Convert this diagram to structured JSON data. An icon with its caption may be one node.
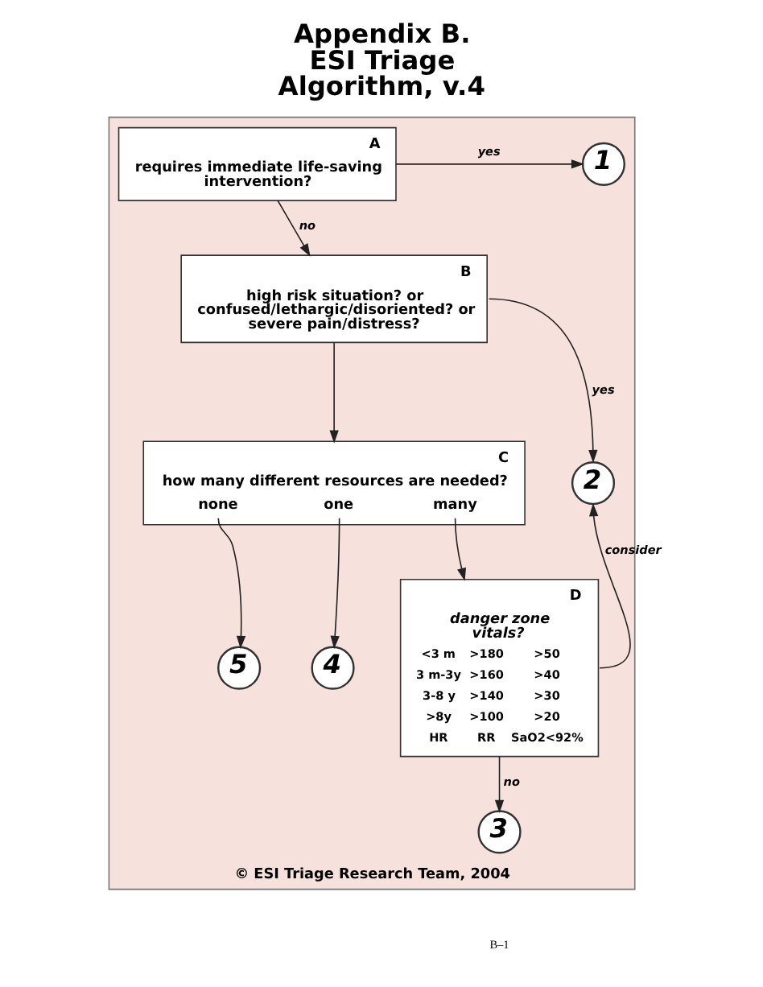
{
  "diagram": {
    "title": "Appendix B. ESI Triage Algorithm, v.4",
    "nodes": [
      {
        "text": [
          "© ESI Triage Research Team, 2004"
        ]
      },
      {
        "text": [
          "A",
          "requires immediate life-saving intervention?"
        ],
        "in": 0
      },
      {
        "text": [
          "1"
        ],
        "in": 0
      },
      {
        "text": [
          "B",
          "high risk situation? or confused/lethargic/disoriented? or severe pain/distress?"
        ],
        "in": 0
      },
      {
        "text": [
          "2"
        ],
        "in": 0
      },
      {
        "text": [
          "C",
          "how many different resources are needed?",
          "none",
          "one",
          "many"
        ],
        "in": 0
      },
      {
        "text": [
          "5"
        ],
        "in": 0
      },
      {
        "text": [
          "4"
        ],
        "in": 0
      },
      {
        "text": [
          "D",
          "danger zone vitals?",
          "<3 m",
          ">180",
          ">50",
          "3 m-3y",
          ">160",
          ">40",
          "3-8 y",
          ">140",
          ">30",
          ">8y",
          ">100",
          ">20",
          "HR",
          "RR",
          "SaO2<92%"
        ],
        "in": 0
      },
      {
        "text": [
          "3"
        ],
        "in": 0
      }
    ],
    "edges": [
      {
        "from": 1,
        "to": 2,
        "arrow": "to",
        "label": "yes"
      },
      {
        "from": 1,
        "to": 3,
        "arrow": "to",
        "label": "no"
      },
      {
        "from": 3,
        "to": 4,
        "arrow": "to",
        "label": "yes"
      },
      {
        "from": 3,
        "to": 5,
        "arrow": "to"
      },
      {
        "from": 5,
        "to": 6,
        "arrow": "to"
      },
      {
        "from": 5,
        "to": 7,
        "arrow": "to"
      },
      {
        "from": 5,
        "to": 8,
        "arrow": "to"
      },
      {
        "from": 8,
        "to": 4,
        "arrow": "to",
        "label": "consider"
      },
      {
        "from": 8,
        "to": 9,
        "arrow": "to",
        "label": "no"
      }
    ],
    "labels": [
      "B–1"
    ]
  }
}
